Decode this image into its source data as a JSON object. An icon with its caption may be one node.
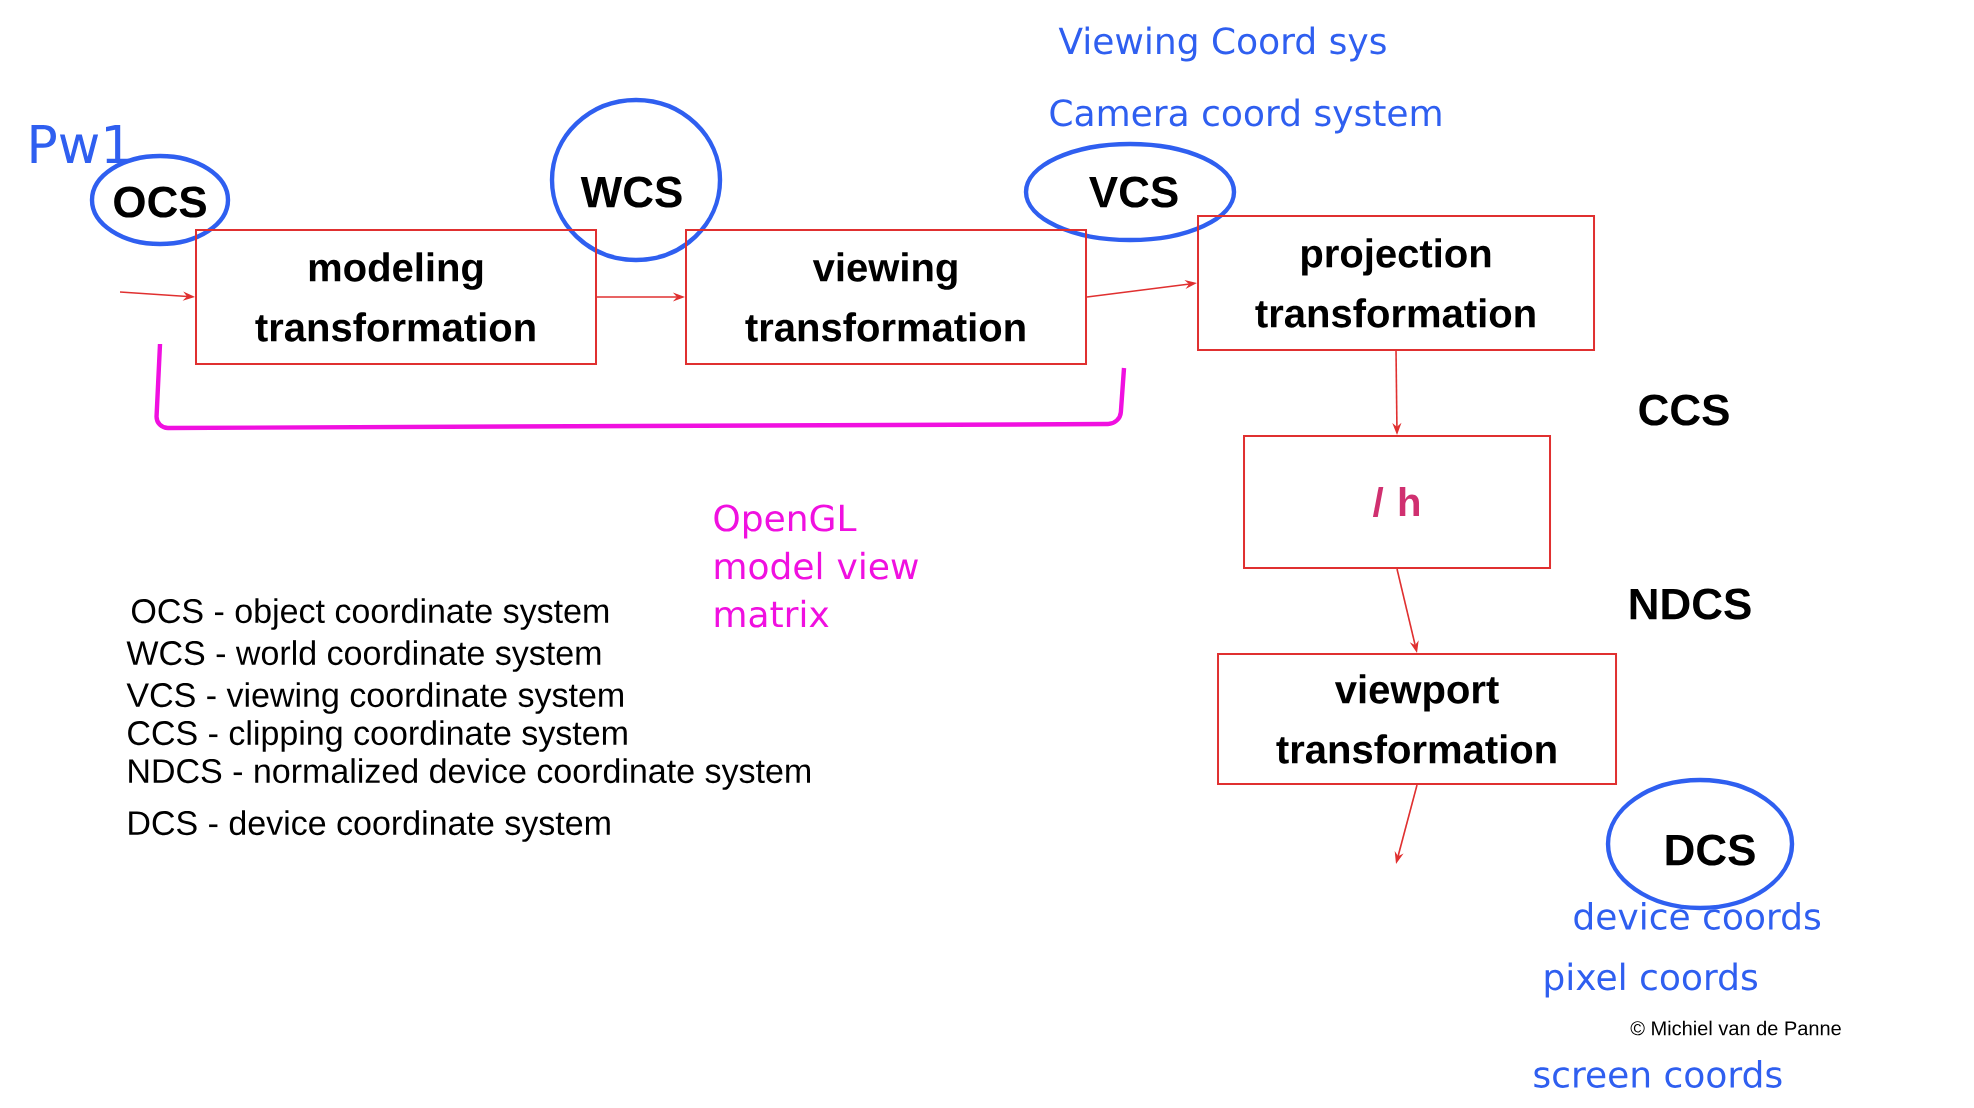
{
  "diagram": {
    "nodes": [
      {
        "text": [
          "modeling transformation"
        ]
      },
      {
        "text": [
          "viewing transformation"
        ]
      },
      {
        "text": [
          "projection transformation"
        ]
      },
      {
        "text": [
          "/ h"
        ]
      },
      {
        "text": [
          "viewport transformation"
        ]
      }
    ],
    "edges": [
      {
        "from": null,
        "to": 0,
        "arrow": "to"
      },
      {
        "from": 0,
        "to": 1,
        "arrow": "to"
      },
      {
        "from": 1,
        "to": 2,
        "arrow": "to"
      },
      {
        "from": 2,
        "to": 3,
        "arrow": "to"
      },
      {
        "from": 3,
        "to": 4,
        "arrow": "to"
      },
      {
        "from": 4,
        "to": null,
        "arrow": "to"
      }
    ],
    "labels": [
      "Pw1",
      "Viewing Coord sys",
      "Camera coord system",
      "OCS",
      "WCS",
      "VCS",
      "CCS",
      "OpenGL model view matrix",
      "NDCS",
      "OCS - object coordinate system",
      "WCS - world coordinate system",
      "VCS - viewing coordinate system",
      "CCS - clipping coordinate system",
      "NDCS - normalized device coordinate system",
      "DCS - device coordinate system",
      "DCS",
      "device coords",
      "pixel coords",
      "© Michiel van de Panne",
      "screen coords"
    ]
  }
}
